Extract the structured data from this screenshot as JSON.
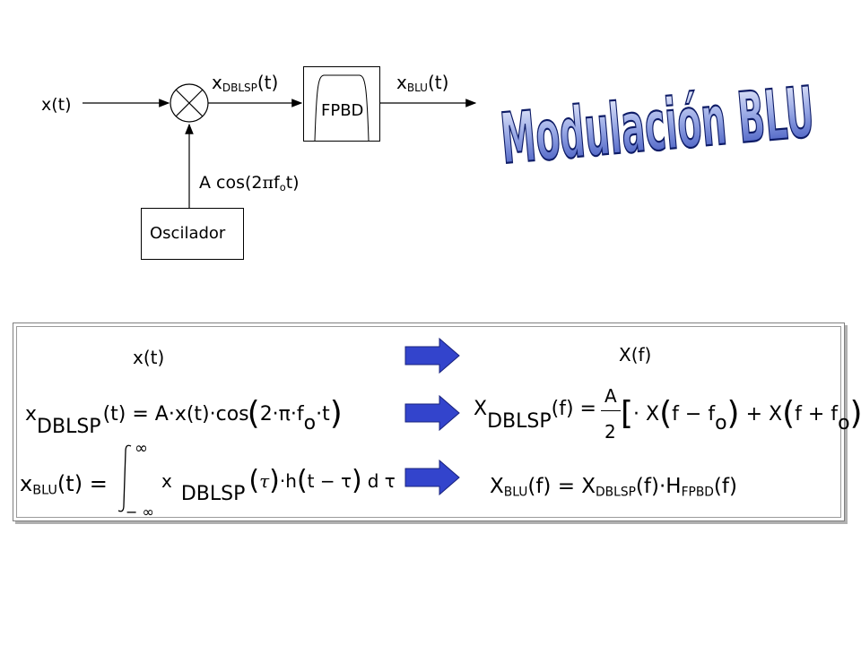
{
  "title": "Modulación BLU",
  "block_diagram": {
    "input_label": "x(t)",
    "mixer_output": {
      "main": "x",
      "sub": "DBLSP",
      "tail": "(t)"
    },
    "filter_label": "FPBD",
    "output": {
      "main": "x",
      "sub": "BLU",
      "tail": "(t)"
    },
    "oscillator_signal": {
      "pre": "A cos(2",
      "pi": "π",
      "f": "f",
      "sub": "o",
      "tail": "t)"
    },
    "oscillator_label": "Oscilador"
  },
  "equations": {
    "row1": {
      "time": "x(t)",
      "freq": "X(f)"
    },
    "row2": {
      "time_main": "x",
      "time_sub": "DBLSP",
      "time_rhs": "(t)  =  A·x(t)·cos",
      "time_arg": "2·π·f",
      "time_arg_sub": "o",
      "time_arg_tail": "·t",
      "freq_main": "X",
      "freq_sub": "DBLSP",
      "freq_rhs": "(f)  =",
      "frac_num": "A",
      "frac_den": "2",
      "freq_expr_a": "·  X",
      "freq_expr_b": "f  −  f",
      "freq_expr_c": "o",
      "freq_plus": "+  X",
      "freq_expr_d": "f  +  f",
      "freq_expr_e": "o"
    },
    "row3": {
      "time_main": "x",
      "time_sub": "BLU",
      "time_rhs": "(t) =",
      "int_upper": "∞",
      "int_lower": "− ∞",
      "integrand_main": "x",
      "integrand_sub": "DBLSP",
      "integrand_a": "τ",
      "integrand_h": "·h",
      "integrand_b": "t  −  τ",
      "integrand_d": "d τ",
      "freq_main": "X",
      "freq_sub": "BLU",
      "freq_mid": "(f) = X",
      "freq_sub2": "DBLSP",
      "freq_mid2": "(f)·H",
      "freq_sub3": "FPBD",
      "freq_tail": "(f)"
    }
  },
  "colors": {
    "arrow_fill": "#3344cc",
    "arrow_stroke": "#1a237e",
    "title_fill": "#6f86d6",
    "title_stroke": "#0d1b66"
  }
}
